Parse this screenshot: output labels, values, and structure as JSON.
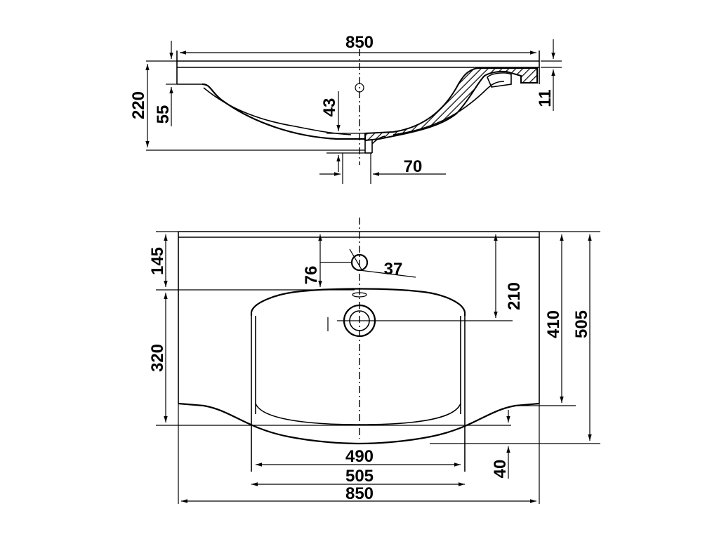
{
  "section_view": {
    "dimensions": {
      "width_top": "850",
      "height_total": "220",
      "rim_depth": "55",
      "drain_height": "43",
      "drain_width": "70",
      "rim_thickness": "11"
    }
  },
  "plan_view": {
    "dimensions": {
      "tap_to_back": "145",
      "tap_hole_offset": "76",
      "tap_hole_dia": "37",
      "drain_to_back": "210",
      "bowl_depth": "320",
      "side_depth": "410",
      "total_depth": "505",
      "bowl_width_inner": "490",
      "bowl_width_outer": "505",
      "total_width": "850",
      "front_protrusion": "40"
    }
  }
}
